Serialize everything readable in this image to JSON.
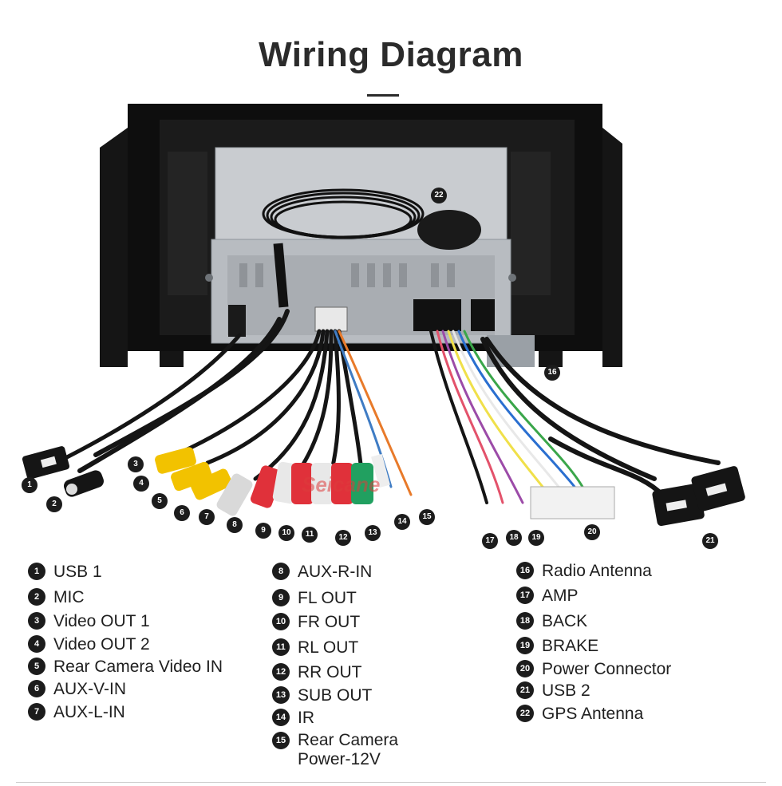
{
  "title": "Wiring Diagram",
  "watermark": "Seicane",
  "legend": {
    "col1": [
      {
        "num": "1",
        "label": "USB 1"
      },
      {
        "num": "2",
        "label": "MIC"
      },
      {
        "num": "3",
        "label": "Video OUT 1"
      },
      {
        "num": "4",
        "label": "Video OUT 2"
      },
      {
        "num": "5",
        "label": "Rear Camera Video IN"
      },
      {
        "num": "6",
        "label": "AUX-V-IN"
      },
      {
        "num": "7",
        "label": "AUX-L-IN"
      }
    ],
    "col2": [
      {
        "num": "8",
        "label": "AUX-R-IN"
      },
      {
        "num": "9",
        "label": "FL OUT"
      },
      {
        "num": "10",
        "label": "FR OUT"
      },
      {
        "num": "11",
        "label": "RL OUT"
      },
      {
        "num": "12",
        "label": "RR OUT"
      },
      {
        "num": "13",
        "label": "SUB OUT"
      },
      {
        "num": "14",
        "label": "IR"
      },
      {
        "num": "15",
        "label": "Rear Camera Power-12V"
      }
    ],
    "col3": [
      {
        "num": "16",
        "label": "Radio Antenna"
      },
      {
        "num": "17",
        "label": "AMP"
      },
      {
        "num": "18",
        "label": "BACK"
      },
      {
        "num": "19",
        "label": "BRAKE"
      },
      {
        "num": "20",
        "label": "Power Connector"
      },
      {
        "num": "21",
        "label": "USB 2"
      },
      {
        "num": "22",
        "label": "GPS Antenna"
      }
    ]
  },
  "callouts": [
    "1",
    "2",
    "3",
    "4",
    "5",
    "6",
    "7",
    "8",
    "9",
    "10",
    "11",
    "12",
    "13",
    "14",
    "15",
    "16",
    "17",
    "18",
    "19",
    "20",
    "21",
    "22"
  ]
}
